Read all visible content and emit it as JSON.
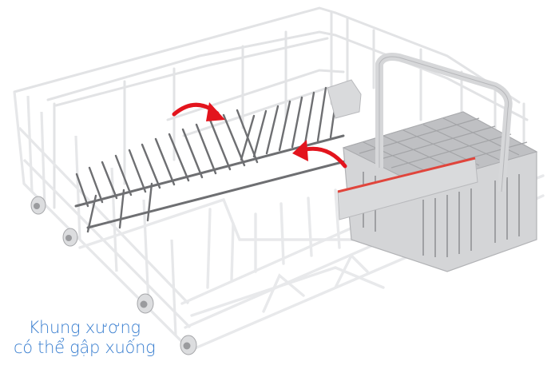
{
  "image": {
    "subject": "Dishwasher lower rack with folding tines and cutlery basket",
    "colors": {
      "background": "#ffffff",
      "rack_wire": "#e6e7e9",
      "rack_wire_shadow": "#c9cbce",
      "tines": "#6e6f72",
      "basket": "#cfd0d2",
      "basket_dark": "#a9aaad",
      "basket_stripe": "#e0453c",
      "arrow": "#e3141d",
      "caption": "#3a7fd0"
    }
  },
  "arrows": [
    {
      "name": "fold-arrow-left",
      "direction": "clockwise"
    },
    {
      "name": "fold-arrow-right",
      "direction": "counter-clockwise"
    }
  ],
  "caption": {
    "line1": "Khung xương",
    "line2": "có thể gập xuống"
  }
}
